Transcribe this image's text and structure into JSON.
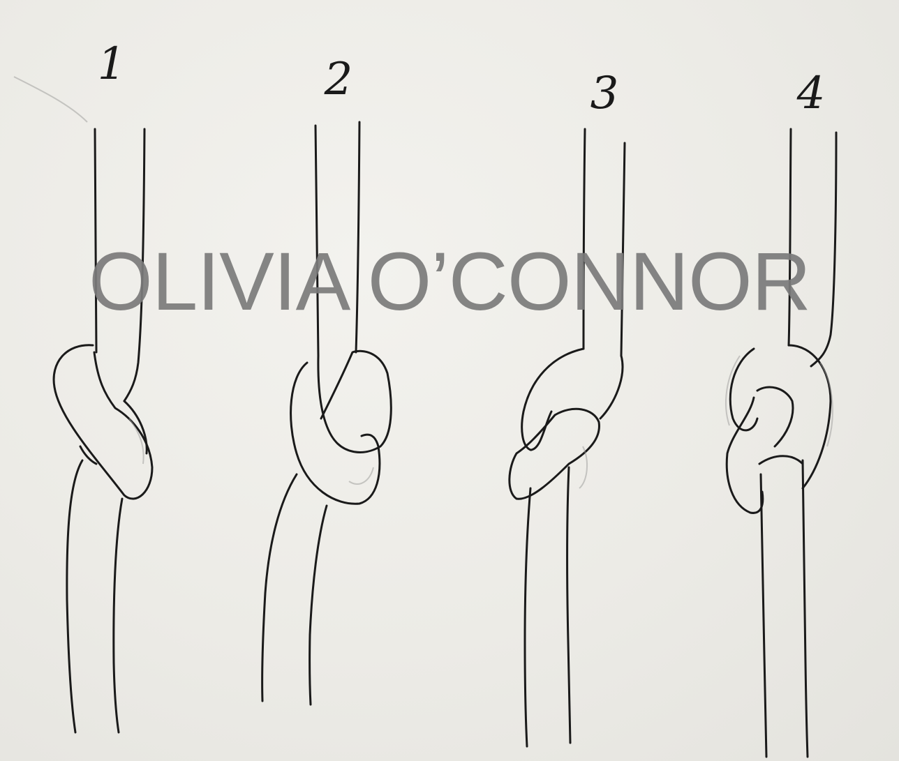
{
  "steps": [
    {
      "number": "1",
      "label_color": "#1a1a1a"
    },
    {
      "number": "2",
      "label_color": "#1a1a1a"
    },
    {
      "number": "3",
      "label_color": "#1a1a1a"
    },
    {
      "number": "4",
      "label_color": "#1a1a1a"
    }
  ],
  "watermark": {
    "text": "OLIVIA O’CONNOR",
    "color": "#7b7b7b"
  },
  "colors": {
    "paper": "#ecebe6",
    "ink": "#1a1a1a"
  },
  "subject": "knot-tying-sequence"
}
